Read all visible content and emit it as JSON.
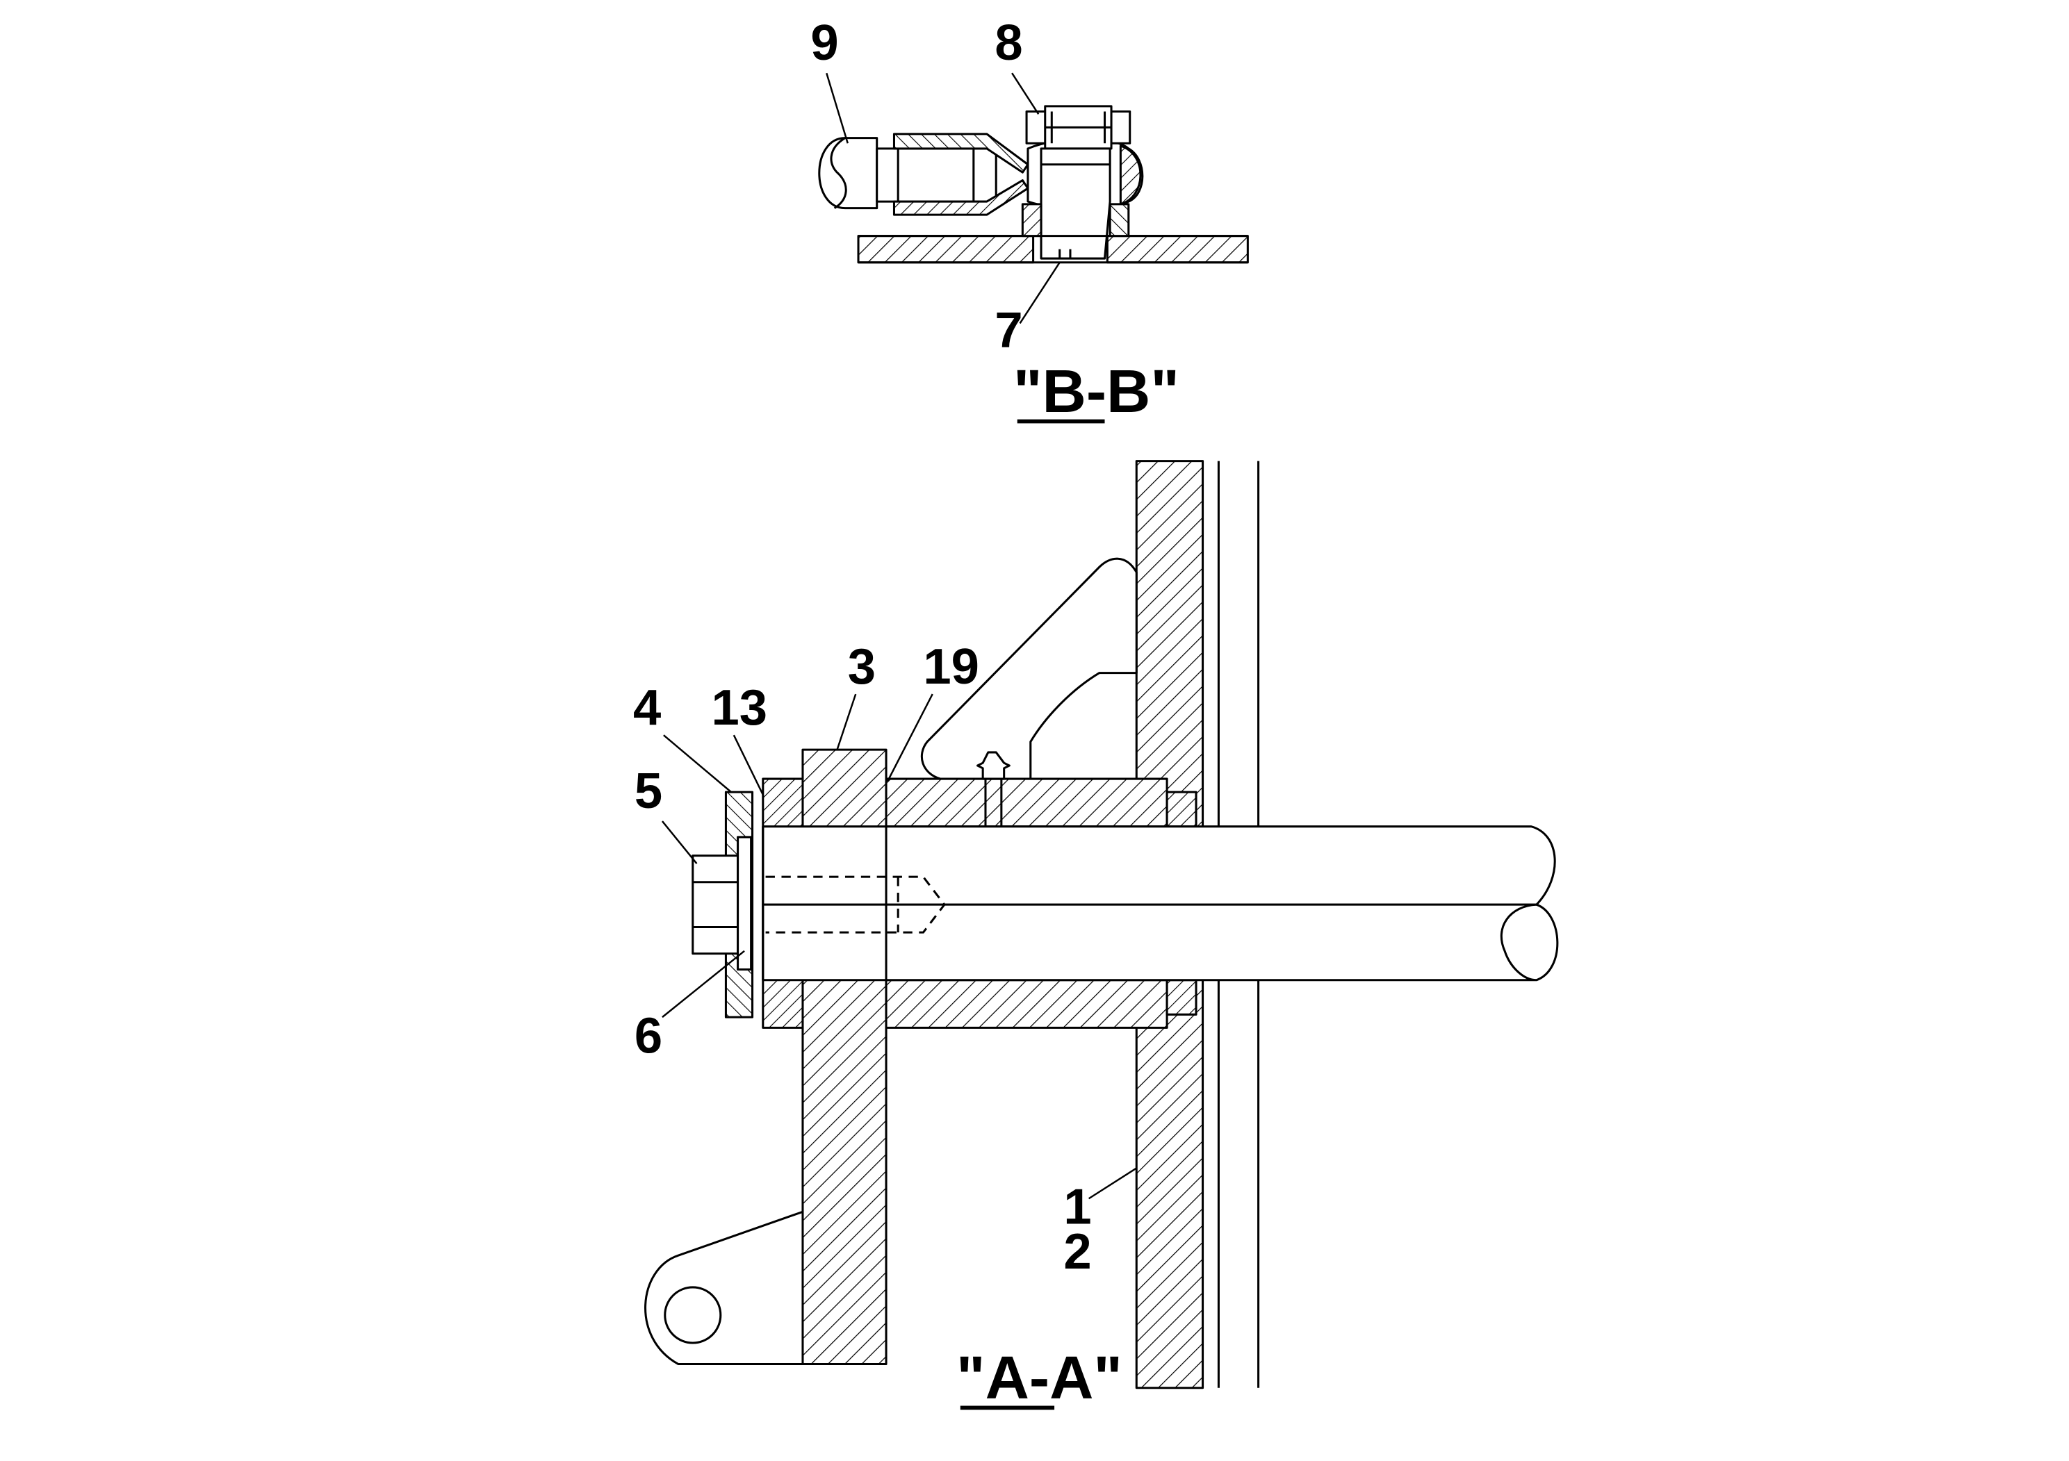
{
  "colors": {
    "line": "#000000",
    "background": "#ffffff"
  },
  "views": {
    "section_b": {
      "title": "\"B-B\""
    },
    "section_a": {
      "title": "\"A-A\""
    }
  },
  "callouts": {
    "p9": "9",
    "p8": "8",
    "p7": "7",
    "p4": "4",
    "p13": "13",
    "p3": "3",
    "p19": "19",
    "p5": "5",
    "p6": "6",
    "p1": "1",
    "p2": "2"
  }
}
